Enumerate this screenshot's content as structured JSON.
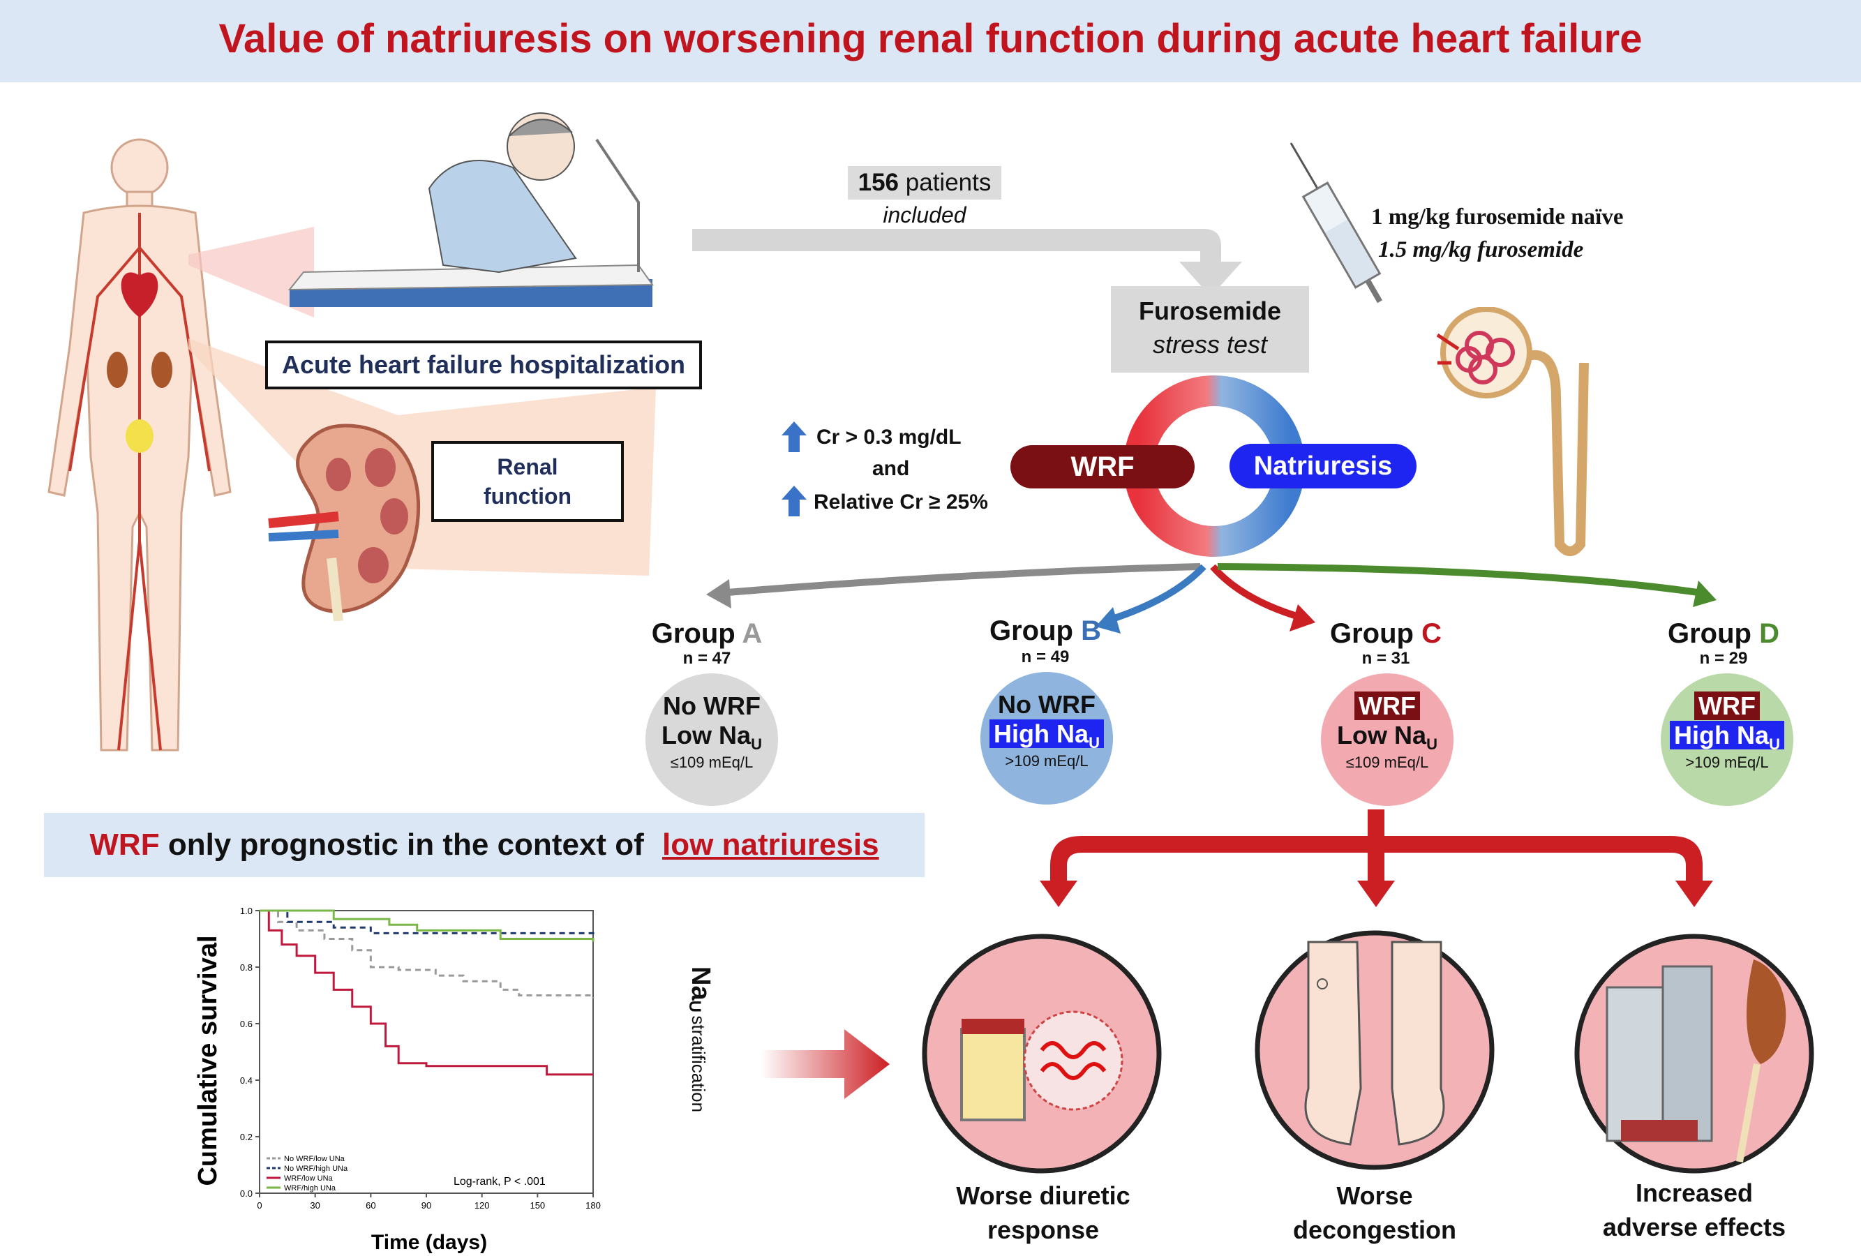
{
  "title": "Value of natriuresis on worsening renal function during acute heart failure",
  "hospitalization": {
    "label": "Acute heart failure hospitalization",
    "renal_label_1": "Renal",
    "renal_label_2": "function"
  },
  "enrollment": {
    "count": "156",
    "patients": "patients",
    "included": "included"
  },
  "stress_test": {
    "line1": "Furosemide",
    "line2": "stress test"
  },
  "dosing": {
    "naive": "1 mg/kg furosemide naïve",
    "regular": "1.5 mg/kg furosemide"
  },
  "wrf_criteria": {
    "cr_abs": "Cr > 0.3 mg/dL",
    "and": "and",
    "cr_rel": "Relative Cr ≥ 25%"
  },
  "ring": {
    "wrf_label": "WRF",
    "natriuresis_label": "Natriuresis"
  },
  "groups": [
    {
      "prefix": "Group ",
      "letter": "A",
      "n": "n = 47",
      "line1": "No WRF",
      "line2": "Low Na",
      "sub": "U",
      "threshold": "≤109 mEq/L"
    },
    {
      "prefix": "Group ",
      "letter": "B",
      "n": "n = 49",
      "line1": "No WRF",
      "line2": "High Na",
      "sub": "U",
      "threshold": ">109 mEq/L"
    },
    {
      "prefix": "Group ",
      "letter": "C",
      "n": "n = 31",
      "line1": "WRF",
      "line2": "Low Na",
      "sub": "U",
      "threshold": "≤109 mEq/L"
    },
    {
      "prefix": "Group ",
      "letter": "D",
      "n": "n = 29",
      "line1": "WRF",
      "line2": "High Na",
      "sub": "U",
      "threshold": ">109 mEq/L"
    }
  ],
  "prognostic": {
    "wrf": "WRF",
    "middle": "only prognostic in the context of",
    "low": "low natriuresis"
  },
  "stratification": {
    "na": "Na",
    "sub": "U",
    "rest": "stratification"
  },
  "outcomes": [
    {
      "line1": "Worse diuretic",
      "line2": "response"
    },
    {
      "line1": "Worse",
      "line2": "decongestion"
    },
    {
      "line1": "Increased",
      "line2": "adverse effects"
    }
  ],
  "chart_data": {
    "type": "line",
    "xlabel": "Time (days)",
    "ylabel": "Cumulative survival",
    "xlim": [
      0,
      180
    ],
    "ylim": [
      0,
      1.0
    ],
    "x_ticks": [
      "0",
      "30",
      "60",
      "90",
      "120",
      "150",
      "180"
    ],
    "y_ticks": [
      "0.0",
      "0.2",
      "0.4",
      "0.6",
      "0.8",
      "1.0"
    ],
    "annotation": "Log-rank, P < .001",
    "series": [
      {
        "name": "No WRF/low UNa",
        "color": "#9a9a9a",
        "dash": "8,6",
        "points": [
          [
            0,
            1.0
          ],
          [
            10,
            0.96
          ],
          [
            20,
            0.93
          ],
          [
            35,
            0.9
          ],
          [
            50,
            0.86
          ],
          [
            60,
            0.8
          ],
          [
            75,
            0.79
          ],
          [
            95,
            0.77
          ],
          [
            110,
            0.75
          ],
          [
            130,
            0.72
          ],
          [
            140,
            0.7
          ],
          [
            180,
            0.69
          ]
        ]
      },
      {
        "name": "No WRF/high UNa",
        "color": "#1f3a6b",
        "dash": "8,6",
        "points": [
          [
            0,
            1.0
          ],
          [
            15,
            0.96
          ],
          [
            40,
            0.94
          ],
          [
            60,
            0.92
          ],
          [
            100,
            0.92
          ],
          [
            180,
            0.91
          ]
        ]
      },
      {
        "name": "WRF/low UNa",
        "color": "#c0183c",
        "dash": "",
        "points": [
          [
            0,
            1.0
          ],
          [
            5,
            0.93
          ],
          [
            12,
            0.88
          ],
          [
            20,
            0.84
          ],
          [
            30,
            0.78
          ],
          [
            40,
            0.72
          ],
          [
            50,
            0.66
          ],
          [
            60,
            0.6
          ],
          [
            68,
            0.52
          ],
          [
            75,
            0.46
          ],
          [
            90,
            0.45
          ],
          [
            150,
            0.45
          ],
          [
            155,
            0.42
          ],
          [
            180,
            0.42
          ]
        ]
      },
      {
        "name": "WRF/high UNa",
        "color": "#7ab648",
        "dash": "",
        "points": [
          [
            0,
            1.0
          ],
          [
            30,
            1.0
          ],
          [
            40,
            0.97
          ],
          [
            70,
            0.95
          ],
          [
            85,
            0.93
          ],
          [
            120,
            0.93
          ],
          [
            130,
            0.9
          ],
          [
            180,
            0.89
          ]
        ]
      }
    ]
  },
  "colors": {
    "title_red": "#c0151f",
    "wrf_dark": "#7b1014",
    "natriuresis_blue": "#1e25f0",
    "group_a": "#d9d9d9",
    "group_b": "#8fb4dd",
    "group_c": "#f2aab0",
    "group_d": "#b9d9a9",
    "arrow_red": "#cc1f24",
    "arrow_green": "#4b8b2e",
    "arrow_gray": "#8a8a8a",
    "arrow_blue": "#3a7ac0"
  }
}
